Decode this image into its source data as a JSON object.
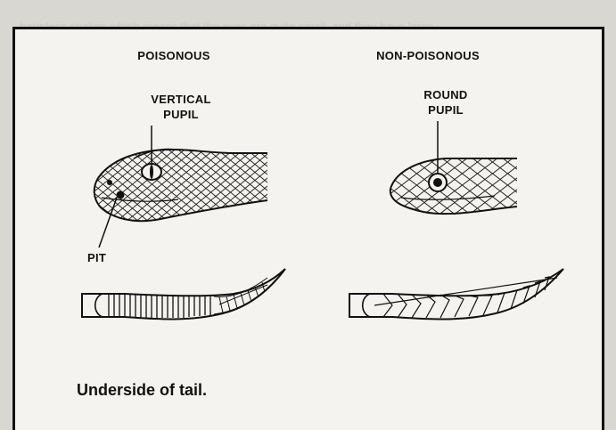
{
  "labels": {
    "poisonous": "POISONOUS",
    "non_poisonous": "NON-POISONOUS",
    "vertical_pupil": [
      "VERTICAL",
      "PUPIL"
    ],
    "round_pupil": [
      "ROUND",
      "PUPIL"
    ],
    "pit": "PIT",
    "caption": "Underside of tail."
  }
}
